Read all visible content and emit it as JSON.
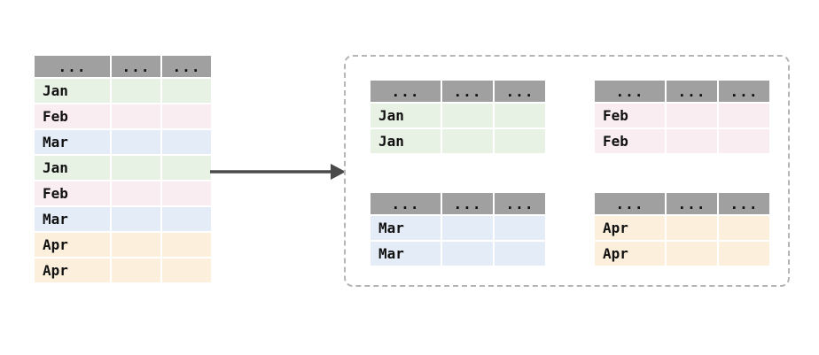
{
  "colors": {
    "header_bg": "#a0a0a0",
    "jan": "#e7f2e4",
    "feb": "#f9edf1",
    "mar": "#e4ecf7",
    "apr": "#fcf0dd",
    "arrow": "#4a4a4a",
    "panel_border": "#b5b5b5"
  },
  "source_table": {
    "headers": [
      "...",
      "...",
      "..."
    ],
    "rows": [
      {
        "label": "Jan",
        "bg": "#e7f2e4"
      },
      {
        "label": "Feb",
        "bg": "#f9edf1"
      },
      {
        "label": "Mar",
        "bg": "#e4ecf7"
      },
      {
        "label": "Jan",
        "bg": "#e7f2e4"
      },
      {
        "label": "Feb",
        "bg": "#f9edf1"
      },
      {
        "label": "Mar",
        "bg": "#e4ecf7"
      },
      {
        "label": "Apr",
        "bg": "#fcf0dd"
      },
      {
        "label": "Apr",
        "bg": "#fcf0dd"
      }
    ]
  },
  "groups": [
    {
      "name": "Jan",
      "headers": [
        "...",
        "...",
        "..."
      ],
      "rows": [
        {
          "label": "Jan",
          "bg": "#e7f2e4"
        },
        {
          "label": "Jan",
          "bg": "#e7f2e4"
        }
      ]
    },
    {
      "name": "Feb",
      "headers": [
        "...",
        "...",
        "..."
      ],
      "rows": [
        {
          "label": "Feb",
          "bg": "#f9edf1"
        },
        {
          "label": "Feb",
          "bg": "#f9edf1"
        }
      ]
    },
    {
      "name": "Mar",
      "headers": [
        "...",
        "...",
        "..."
      ],
      "rows": [
        {
          "label": "Mar",
          "bg": "#e4ecf7"
        },
        {
          "label": "Mar",
          "bg": "#e4ecf7"
        }
      ]
    },
    {
      "name": "Apr",
      "headers": [
        "...",
        "...",
        "..."
      ],
      "rows": [
        {
          "label": "Apr",
          "bg": "#fcf0dd"
        },
        {
          "label": "Apr",
          "bg": "#fcf0dd"
        }
      ]
    }
  ]
}
